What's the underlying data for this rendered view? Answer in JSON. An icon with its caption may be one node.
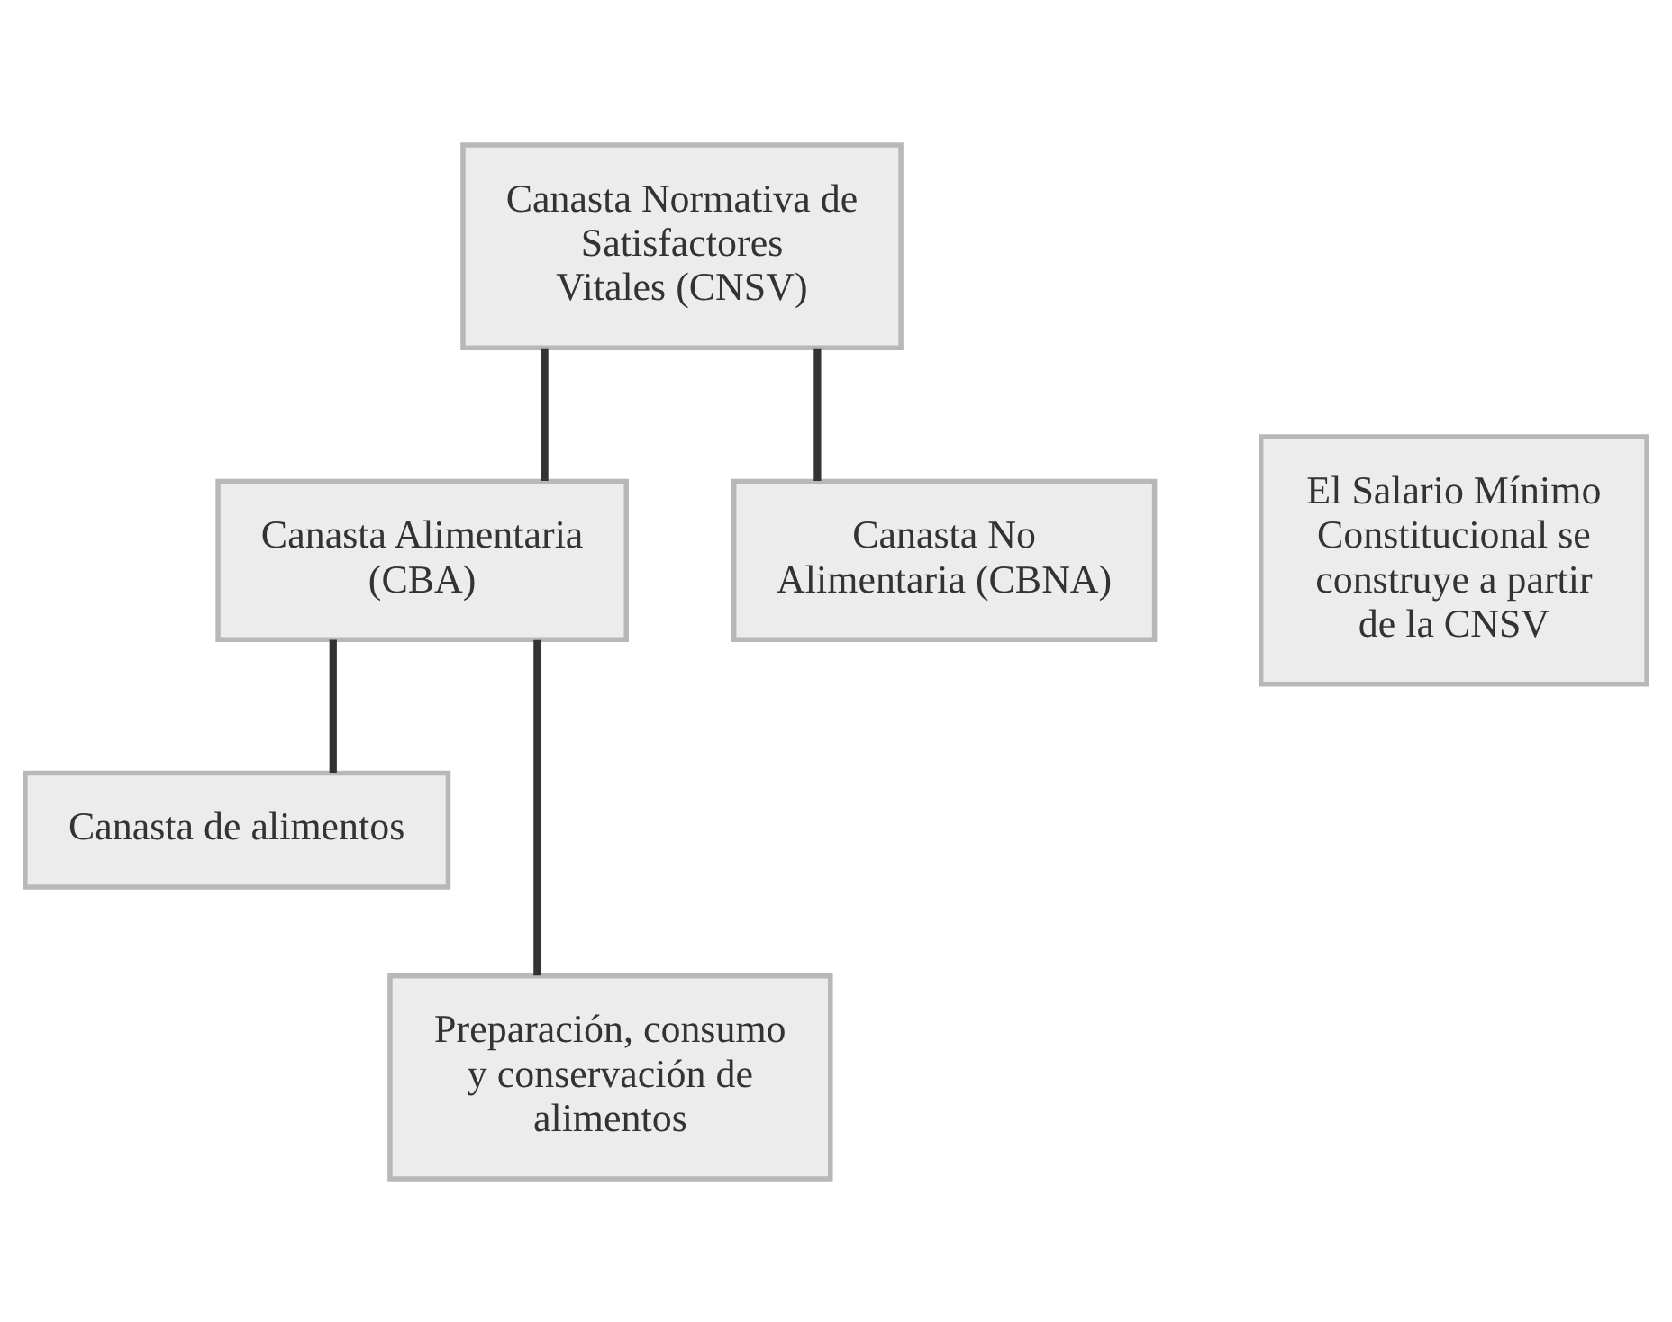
{
  "diagram": {
    "nodes": [
      {
        "text": [
          "Canasta Normativa de Satisfactores Vitales (CNSV)"
        ]
      },
      {
        "text": [
          "Canasta Alimentaria (CBA)"
        ]
      },
      {
        "text": [
          "Canasta No Alimentaria (CBNA)"
        ]
      },
      {
        "text": [
          "Canasta de alimentos"
        ]
      },
      {
        "text": [
          "Preparación, consumo y conservación de alimentos"
        ]
      },
      {
        "text": [
          "El Salario Mínimo Constitucional se construye a partir de la CNSV"
        ]
      }
    ],
    "edges": [
      {
        "from": 0,
        "to": 1,
        "arrow": "none"
      },
      {
        "from": 0,
        "to": 2,
        "arrow": "none"
      },
      {
        "from": 1,
        "to": 3,
        "arrow": "none"
      },
      {
        "from": 1,
        "to": 4,
        "arrow": "none"
      }
    ]
  }
}
